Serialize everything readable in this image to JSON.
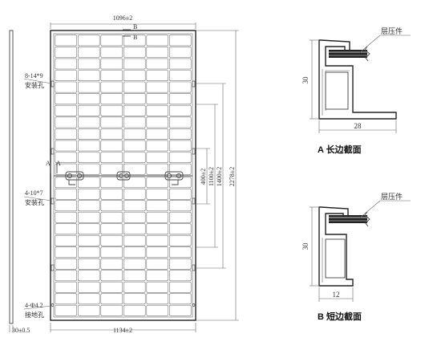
{
  "panel": {
    "top_width": "1096±2",
    "bottom_width": "1134±2",
    "section_b_tag": "B",
    "section_a_tag": "A",
    "mount_holes_label": "8-14*9",
    "mount_holes_text": "安装孔",
    "holes2_label": "4-10*7",
    "holes2_text": "安装孔",
    "ground_label": "4-Φ4.2",
    "ground_text": "接地孔",
    "frame_thickness": "30±0.5",
    "dim_400": "400±2",
    "dim_1100": "1100±2",
    "dim_1400": "1400±2",
    "dim_2278": "2278±2"
  },
  "section_a": {
    "laminate_label": "层压件",
    "height": "30",
    "width": "28",
    "caption": "A 长边截面"
  },
  "section_b": {
    "laminate_label": "层压件",
    "height": "30",
    "width": "12",
    "caption": "B 短边截面"
  }
}
